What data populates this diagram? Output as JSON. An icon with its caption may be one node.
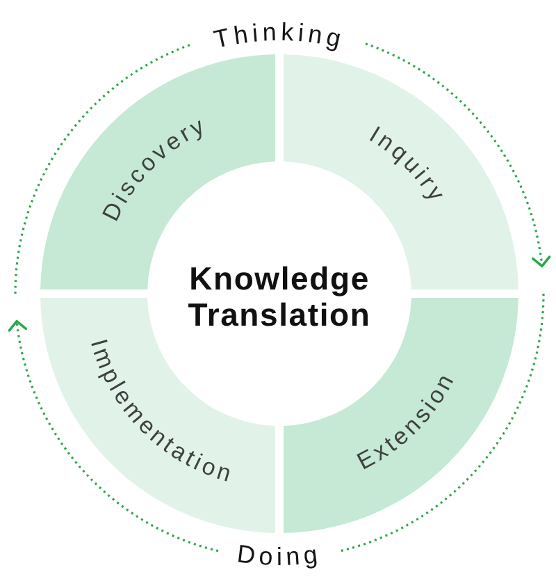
{
  "diagram": {
    "nodes": [
      {
        "text": [
          "Thinking"
        ]
      },
      {
        "text": [
          "Discovery"
        ]
      },
      {
        "text": [
          "Inquiry"
        ]
      },
      {
        "text": [
          "Implementation"
        ]
      },
      {
        "text": [
          "Extension"
        ]
      },
      {
        "text": [
          "Doing"
        ]
      }
    ],
    "edges": [
      {
        "from": 0,
        "to": 2,
        "arrow": "to",
        "style": "dashed"
      },
      {
        "from": null,
        "to": 5,
        "arrow": "none",
        "style": "dashed"
      },
      {
        "from": 5,
        "to": 3,
        "arrow": "to",
        "style": "dashed"
      },
      {
        "from": null,
        "to": 0,
        "arrow": "none",
        "style": "dashed"
      }
    ],
    "labels": [
      "Knowledge Translation"
    ]
  }
}
